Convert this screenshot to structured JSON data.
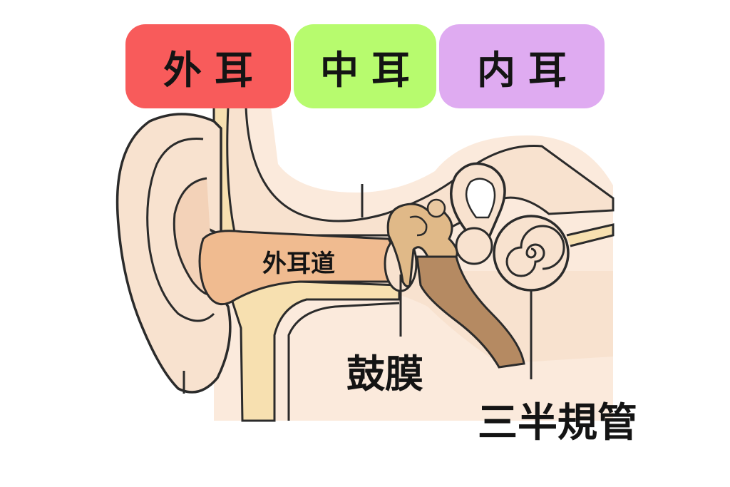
{
  "sections": [
    {
      "label": "外耳",
      "color": "#f85b5b"
    },
    {
      "label": "中耳",
      "color": "#b7fb6e"
    },
    {
      "label": "内耳",
      "color": "#dfabf1"
    }
  ],
  "labels": {
    "ear_canal": "外耳道",
    "eardrum": "鼓膜",
    "semicircular_canals": "三半規管"
  },
  "colors": {
    "skin": "#f8e2cf",
    "skin_light": "#fbeadc",
    "canal": "#f0bb90",
    "bone": "#f7e0b0",
    "ossicle": "#e0b988",
    "cochlea_dark": "#b58a62",
    "outline": "#2b2b2b"
  }
}
